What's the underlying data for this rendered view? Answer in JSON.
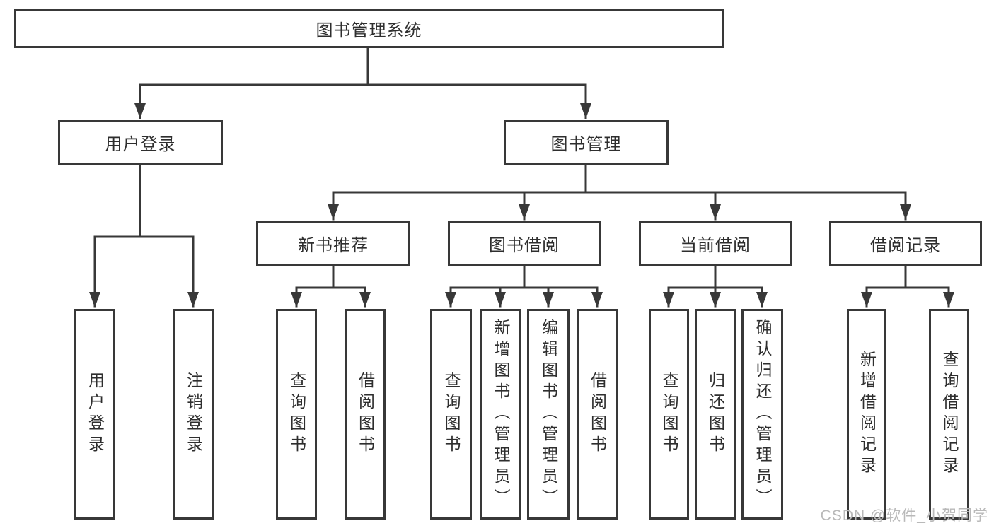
{
  "nodes": {
    "root": "图书管理系统",
    "level2": {
      "user_login": "用户登录",
      "book_management": "图书管理"
    },
    "level3": {
      "new_book_recommend": "新书推荐",
      "book_borrow": "图书借阅",
      "current_borrow": "当前借阅",
      "borrow_record": "借阅记录"
    },
    "leaves": {
      "user_login": "用户登录",
      "logout": "注销登录",
      "query_book_1": "查询图书",
      "borrow_book_1": "借阅图书",
      "query_book_2": "查询图书",
      "add_book_admin": "新增图书（管理员）",
      "edit_book_admin": "编辑图书（管理员）",
      "borrow_book_2": "借阅图书",
      "query_book_3": "查询图书",
      "return_book": "归还图书",
      "confirm_return_admin": "确认归还（管理员）",
      "add_borrow_record": "新增借阅记录",
      "query_borrow_record": "查询借阅记录"
    }
  },
  "watermark": "CSDN @软件_小贺同学",
  "colors": {
    "line": "#383838",
    "box_border": "#383838",
    "text": "#2e2e2e",
    "watermark": "#b9b9b9",
    "background": "#ffffff"
  }
}
